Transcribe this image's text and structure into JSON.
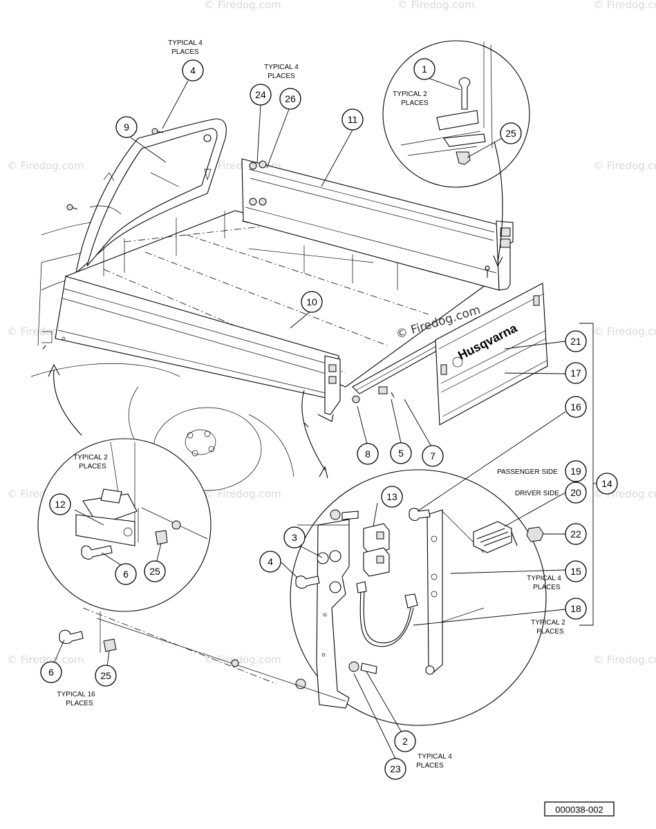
{
  "watermark": {
    "text": "© Firedog.com",
    "central_text": "© Firedog.com"
  },
  "notes": {
    "n_typical4_top_left": [
      "TYPICAL 4",
      "PLACES"
    ],
    "n_typical4_top_mid": [
      "TYPICAL 4",
      "PLACES"
    ],
    "n_typical2_detail_top": [
      "TYPICAL 2",
      "PLACES"
    ],
    "n_typical2_detail_left": [
      "TYPICAL 2",
      "PLACES"
    ],
    "n_passenger_side": "PASSENGER SIDE",
    "n_driver_side": "DRIVER SIDE",
    "n_typical4_right": [
      "TYPICAL 4",
      "PLACES"
    ],
    "n_typical2_right": [
      "TYPICAL 2",
      "PLACES"
    ],
    "n_typical16": [
      "TYPICAL 16",
      "PLACES"
    ],
    "n_typical4_bottom": [
      "TYPICAL 4",
      "PLACES"
    ]
  },
  "brand_on_tailgate": "Husqvarna",
  "part_number": "000038-002",
  "callouts": [
    "1",
    "2",
    "3",
    "4",
    "5",
    "6",
    "7",
    "8",
    "9",
    "10",
    "11",
    "12",
    "13",
    "14",
    "15",
    "16",
    "17",
    "18",
    "19",
    "20",
    "21",
    "22",
    "23",
    "24",
    "25",
    "26"
  ]
}
